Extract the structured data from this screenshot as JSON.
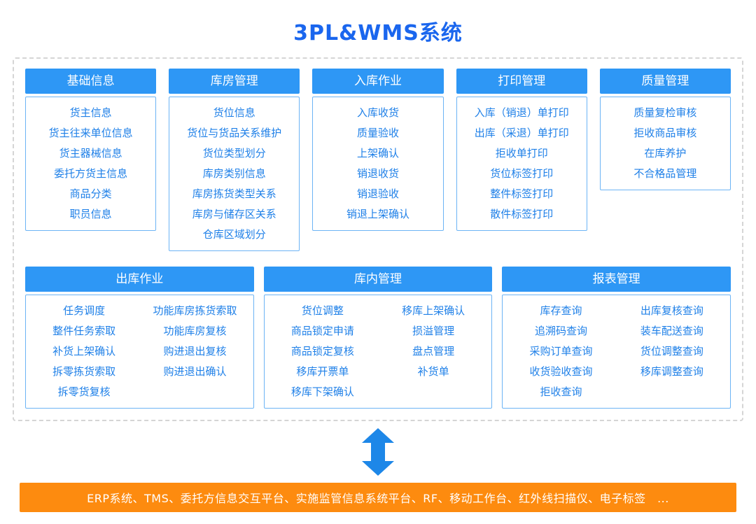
{
  "title": "3PL&WMS系统",
  "colors": {
    "title_blue": "#1a66ee",
    "header_blue": "#2e97f5",
    "item_blue": "#1f80e8",
    "body_border_blue": "#6cb4f5",
    "arrow_blue": "#1d87e8",
    "bottom_bar_orange": "#fd8b0f",
    "dashed_border_gray": "#d5d5d5"
  },
  "row1": [
    {
      "title": "基础信息",
      "items": [
        "货主信息",
        "货主往来单位信息",
        "货主器械信息",
        "委托方货主信息",
        "商品分类",
        "职员信息"
      ]
    },
    {
      "title": "库房管理",
      "items": [
        "货位信息",
        "货位与货品关系维护",
        "货位类型划分",
        "库房类别信息",
        "库房拣货类型关系",
        "库房与储存区关系",
        "仓库区域划分"
      ]
    },
    {
      "title": "入库作业",
      "items": [
        "入库收货",
        "质量验收",
        "上架确认",
        "销退收货",
        "销退验收",
        "销退上架确认"
      ]
    },
    {
      "title": "打印管理",
      "items": [
        "入库（销退）单打印",
        "出库（采退）单打印",
        "拒收单打印",
        "货位标签打印",
        "整件标签打印",
        "散件标签打印"
      ]
    },
    {
      "title": "质量管理",
      "items": [
        "质量复检审核",
        "拒收商品审核",
        "在库养护",
        "不合格品管理"
      ]
    }
  ],
  "row2": [
    {
      "title": "出库作业",
      "col1": [
        "任务调度",
        "整件任务索取",
        "补货上架确认",
        "拆零拣货索取",
        "拆零货复核"
      ],
      "col2": [
        "功能库房拣货索取",
        "功能库房复核",
        "购进退出复核",
        "购进退出确认"
      ]
    },
    {
      "title": "库内管理",
      "col1": [
        "货位调整",
        "商品锁定申请",
        "商品锁定复核",
        "移库开票单",
        "移库下架确认"
      ],
      "col2": [
        "移库上架确认",
        "损溢管理",
        "盘点管理",
        "补货单"
      ]
    },
    {
      "title": "报表管理",
      "col1": [
        "库存查询",
        "追溯码查询",
        "采购订单查询",
        "收货验收查询",
        "拒收查询"
      ],
      "col2": [
        "出库复核查询",
        "装车配送查询",
        "货位调整查询",
        "移库调整查询"
      ]
    }
  ],
  "bottom_bar": "ERP系统、TMS、委托方信息交互平台、实施监管信息系统平台、RF、移动工作台、红外线扫描仪、电子标签　..."
}
